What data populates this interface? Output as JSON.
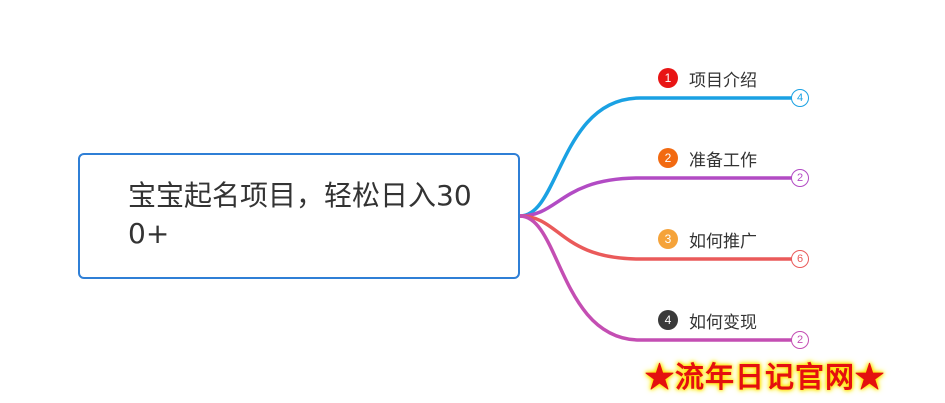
{
  "root": {
    "label": "宝宝起名项目，轻松日入300+",
    "border_color": "#2f7fd6"
  },
  "branches": [
    {
      "index": "1",
      "label": "项目介绍",
      "count": "4",
      "badge_color": "#e81515",
      "line_color": "#1aa1e3"
    },
    {
      "index": "2",
      "label": "准备工作",
      "count": "2",
      "badge_color": "#f26a11",
      "line_color": "#b24bc4"
    },
    {
      "index": "3",
      "label": "如何推广",
      "count": "6",
      "badge_color": "#f5a33a",
      "line_color": "#ea5a5a"
    },
    {
      "index": "4",
      "label": "如何变现",
      "count": "2",
      "badge_color": "#3a3a3a",
      "line_color": "#c44eb3"
    }
  ],
  "watermark": {
    "text": "★流年日记官网★"
  }
}
